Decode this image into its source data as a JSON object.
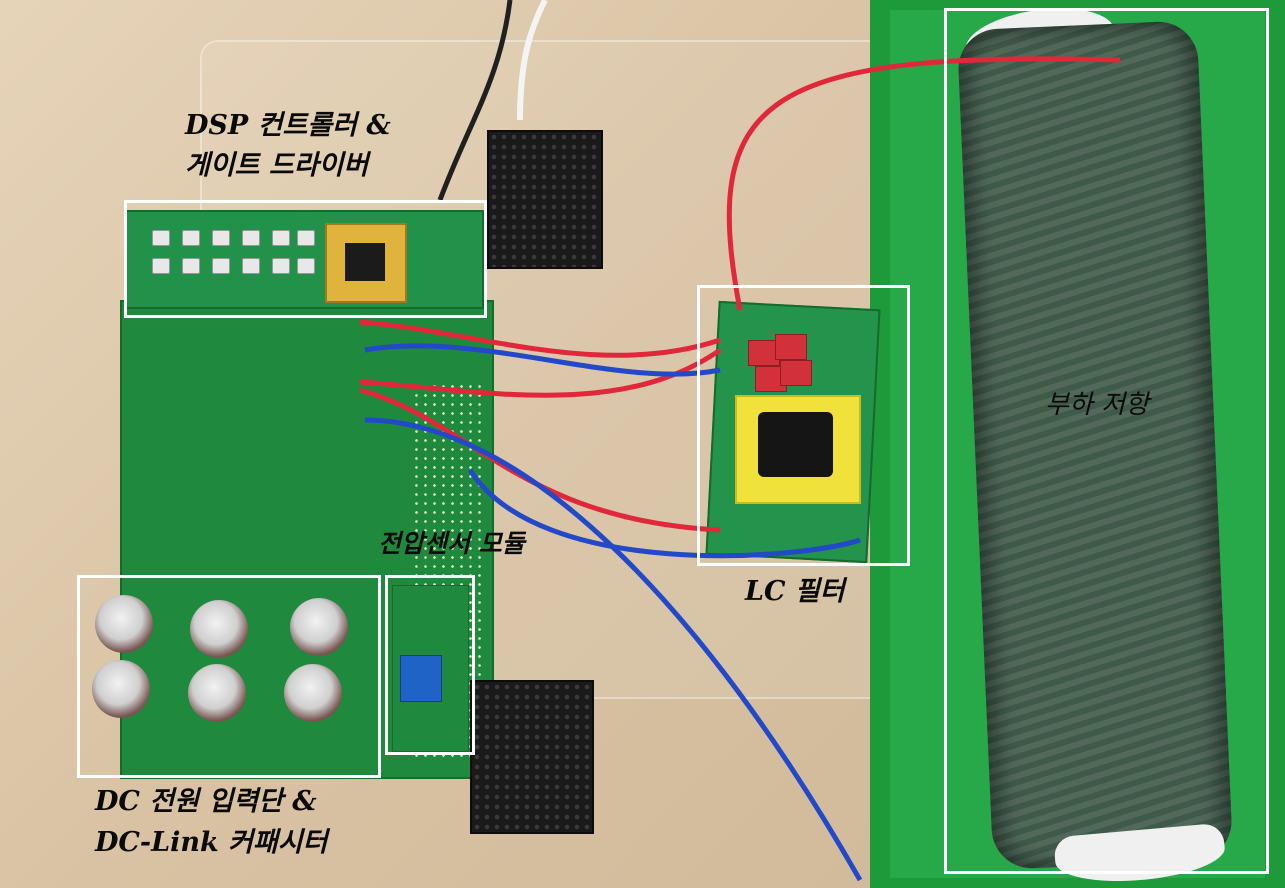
{
  "labels": {
    "dsp_line1": "DSP 컨트롤러 &",
    "dsp_line2": "게이트 드라이버",
    "sensor": "전압센서 모듈",
    "lc_filter": "LC 필터",
    "dc_line1": "DC 전원 입력단 &",
    "dc_line2": "DC-Link 커패시터",
    "load": "부하 저항"
  },
  "colors": {
    "annotation_box": "#ffffff",
    "pcb_green": "#1f8a3e",
    "wire_red": "#e0283a",
    "wire_blue": "#2348c8"
  }
}
